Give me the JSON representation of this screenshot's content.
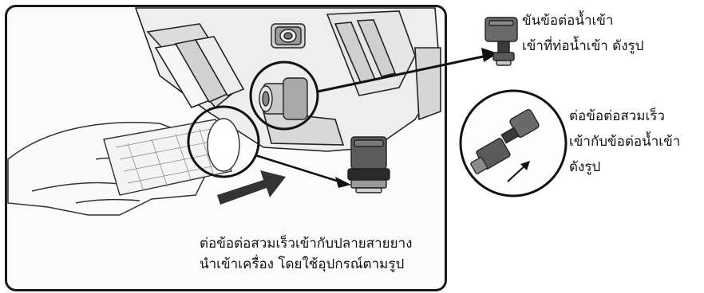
{
  "captions": {
    "main_line1": "ต่อข้อต่อสวมเร็วเข้ากับปลายสายยาง",
    "main_line2": "นำเข้าเครื่อง โดยใช้อุปกรณ์ตามรูป",
    "tap_line1": "ขันข้อต่อน้ำเข้า",
    "tap_line2": "เข้าที่ท่อน้ำเข้า  ดังรูป",
    "join_line1": "ต่อข้อต่อสวมเร็ว",
    "join_line2": "เข้ากับข้อต่อน้ำเข้า",
    "join_line3": "ดังรูป"
  }
}
